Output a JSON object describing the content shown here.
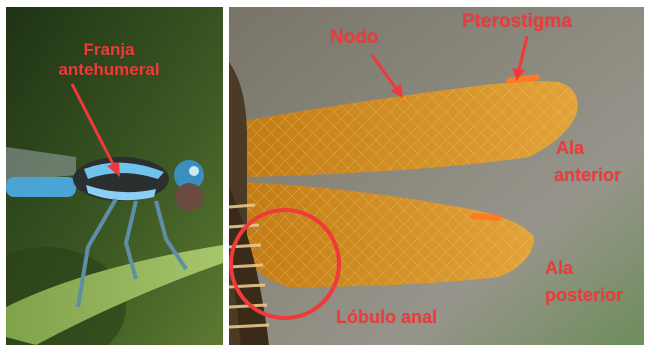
{
  "labels": {
    "franja_line1": "Franja",
    "franja_line2": "antehumeral",
    "nodo": "Nodo",
    "pterostigma": "Pterostigma",
    "ala_anterior_1": "Ala",
    "ala_anterior_2": "anterior",
    "ala_posterior_1": "Ala",
    "ala_posterior_2": "posterior",
    "lobulo_anal": "Lóbulo anal"
  },
  "colors": {
    "annotation": "#f03a3a",
    "wing_amber": "#d9921d",
    "background_left": "#2f4a1f",
    "background_right": "#8d8a7f",
    "damselfly_blue": "#62b9e6"
  }
}
